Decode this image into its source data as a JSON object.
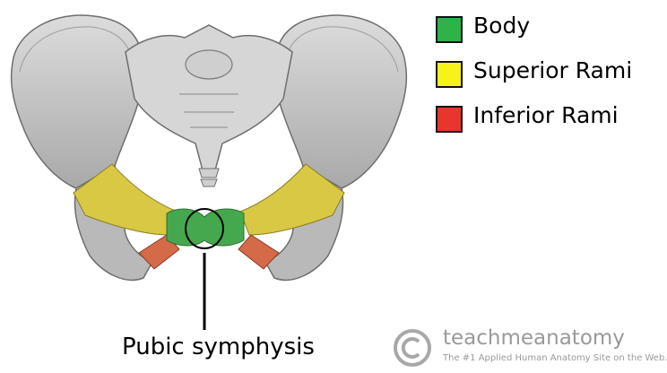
{
  "legend": {
    "items": [
      {
        "label": "Body",
        "color": "#2db34a"
      },
      {
        "label": "Superior Rami",
        "color": "#f7f21a"
      },
      {
        "label": "Inferior Rami",
        "color": "#e8352e"
      }
    ]
  },
  "annotation": {
    "label": "Pubic symphysis"
  },
  "branding": {
    "name": "teachmeanatomy",
    "tagline": "The #1 Applied Human Anatomy Site on the Web.",
    "icon": "copyright-icon"
  },
  "colors": {
    "bone": "#c8c8c8",
    "bone_dark": "#7d7d7d",
    "body": "#46a84e",
    "superior": "#d8c844",
    "inferior": "#d56a48"
  }
}
